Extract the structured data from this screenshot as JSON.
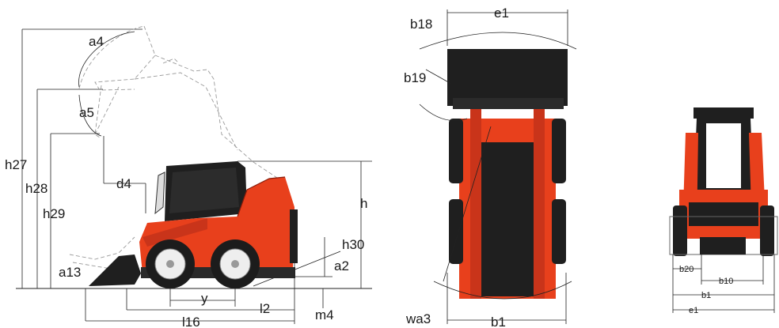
{
  "labels": {
    "side": {
      "h27": "h27",
      "h28": "h28",
      "h29": "h29",
      "a4": "a4",
      "a5": "a5",
      "d4": "d4",
      "h": "h",
      "h30": "h30",
      "a2": "a2",
      "a13": "a13",
      "y": "y",
      "l2": "l2",
      "m4": "m4",
      "l16": "l16"
    },
    "top": {
      "e1": "e1",
      "b18": "b18",
      "b19": "b19",
      "wa3": "wa3",
      "b1": "b1"
    },
    "front": {
      "b20": "b20",
      "b10": "b10",
      "b1": "b1",
      "e1": "e1"
    }
  },
  "colors": {
    "body_red": "#e8401c",
    "dark": "#1f1f1f",
    "line": "#222222",
    "ghost": "#9a9a9a"
  }
}
